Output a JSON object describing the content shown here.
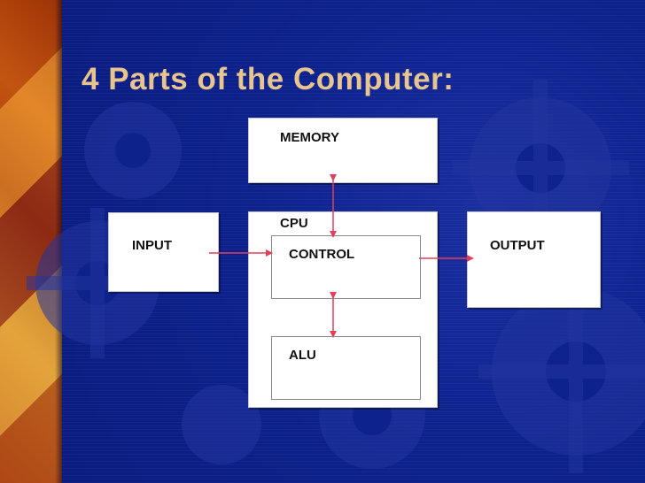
{
  "title": "4 Parts of the Computer:",
  "diagram": {
    "memory_label": "MEMORY",
    "cpu_label": "CPU",
    "control_label": "CONTROL",
    "alu_label": "ALU",
    "input_label": "INPUT",
    "output_label": "OUTPUT"
  },
  "colors": {
    "background": "#0b1f8a",
    "title": "#e8c48e",
    "arrow": "#e0405a",
    "box": "#ffffff"
  }
}
